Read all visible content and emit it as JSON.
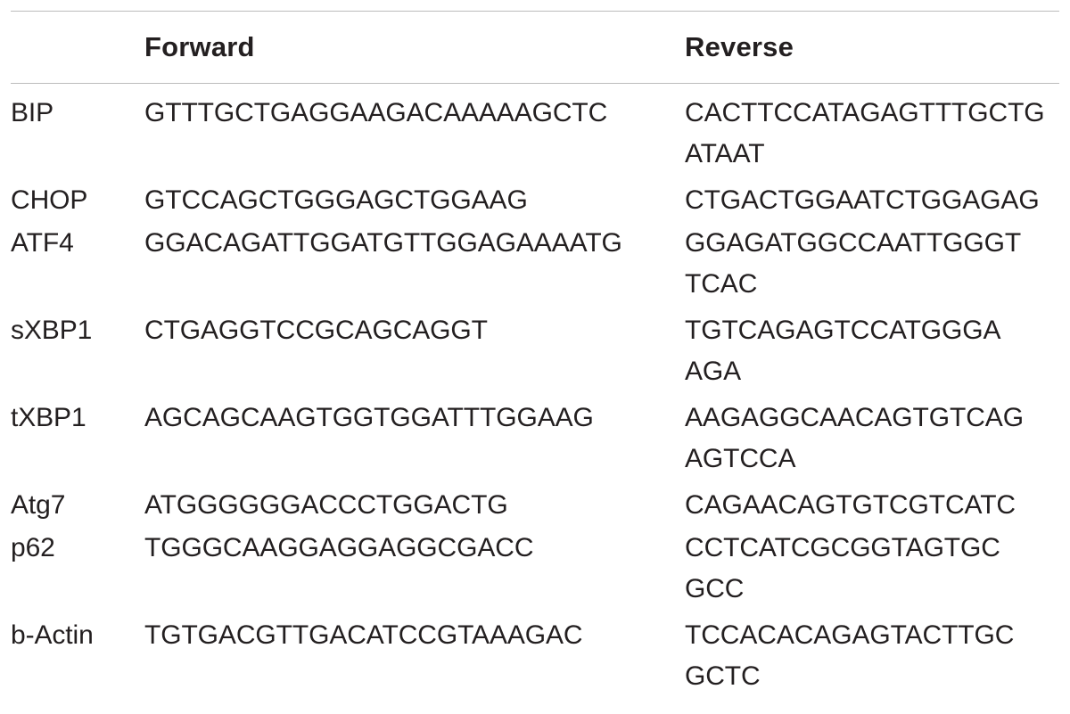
{
  "table": {
    "headers": {
      "gene": "",
      "forward": "Forward",
      "reverse": "Reverse"
    },
    "rows": [
      {
        "gene": "BIP",
        "forward": "GTTTGCTGAGGAAGACAAAAAGCTC",
        "reverse_1": "CACTTCCATAGAGTTTGCTG",
        "reverse_2": "ATAAT"
      },
      {
        "gene": "CHOP",
        "forward": "GTCCAGCTGGGAGCTGGAAG",
        "reverse_1": "CTGACTGGAATCTGGAGAG",
        "reverse_2": ""
      },
      {
        "gene": "ATF4",
        "forward": "GGACAGATTGGATGTTGGAGAAAATG",
        "reverse_1": "GGAGATGGCCAATTGGGT",
        "reverse_2": "TCAC"
      },
      {
        "gene": "sXBP1",
        "forward": "CTGAGGTCCGCAGCAGGT",
        "reverse_1": "TGTCAGAGTCCATGGGA",
        "reverse_2": "AGA"
      },
      {
        "gene": "tXBP1",
        "forward": "AGCAGCAAGTGGTGGATTTGGAAG",
        "reverse_1": "AAGAGGCAACAGTGTCAG",
        "reverse_2": "AGTCCA"
      },
      {
        "gene": "Atg7",
        "forward": "ATGGGGGGACCCTGGACTG",
        "reverse_1": "CAGAACAGTGTCGTCATC",
        "reverse_2": ""
      },
      {
        "gene": "p62",
        "forward": "TGGGCAAGGAGGAGGCGACC",
        "reverse_1": "CCTCATCGCGGTAGTGC",
        "reverse_2": "GCC"
      },
      {
        "gene": "b-Actin",
        "forward": "TGTGACGTTGACATCCGTAAAGAC",
        "reverse_1": "TCCACACAGAGTACTTGC",
        "reverse_2": "GCTC"
      }
    ]
  }
}
